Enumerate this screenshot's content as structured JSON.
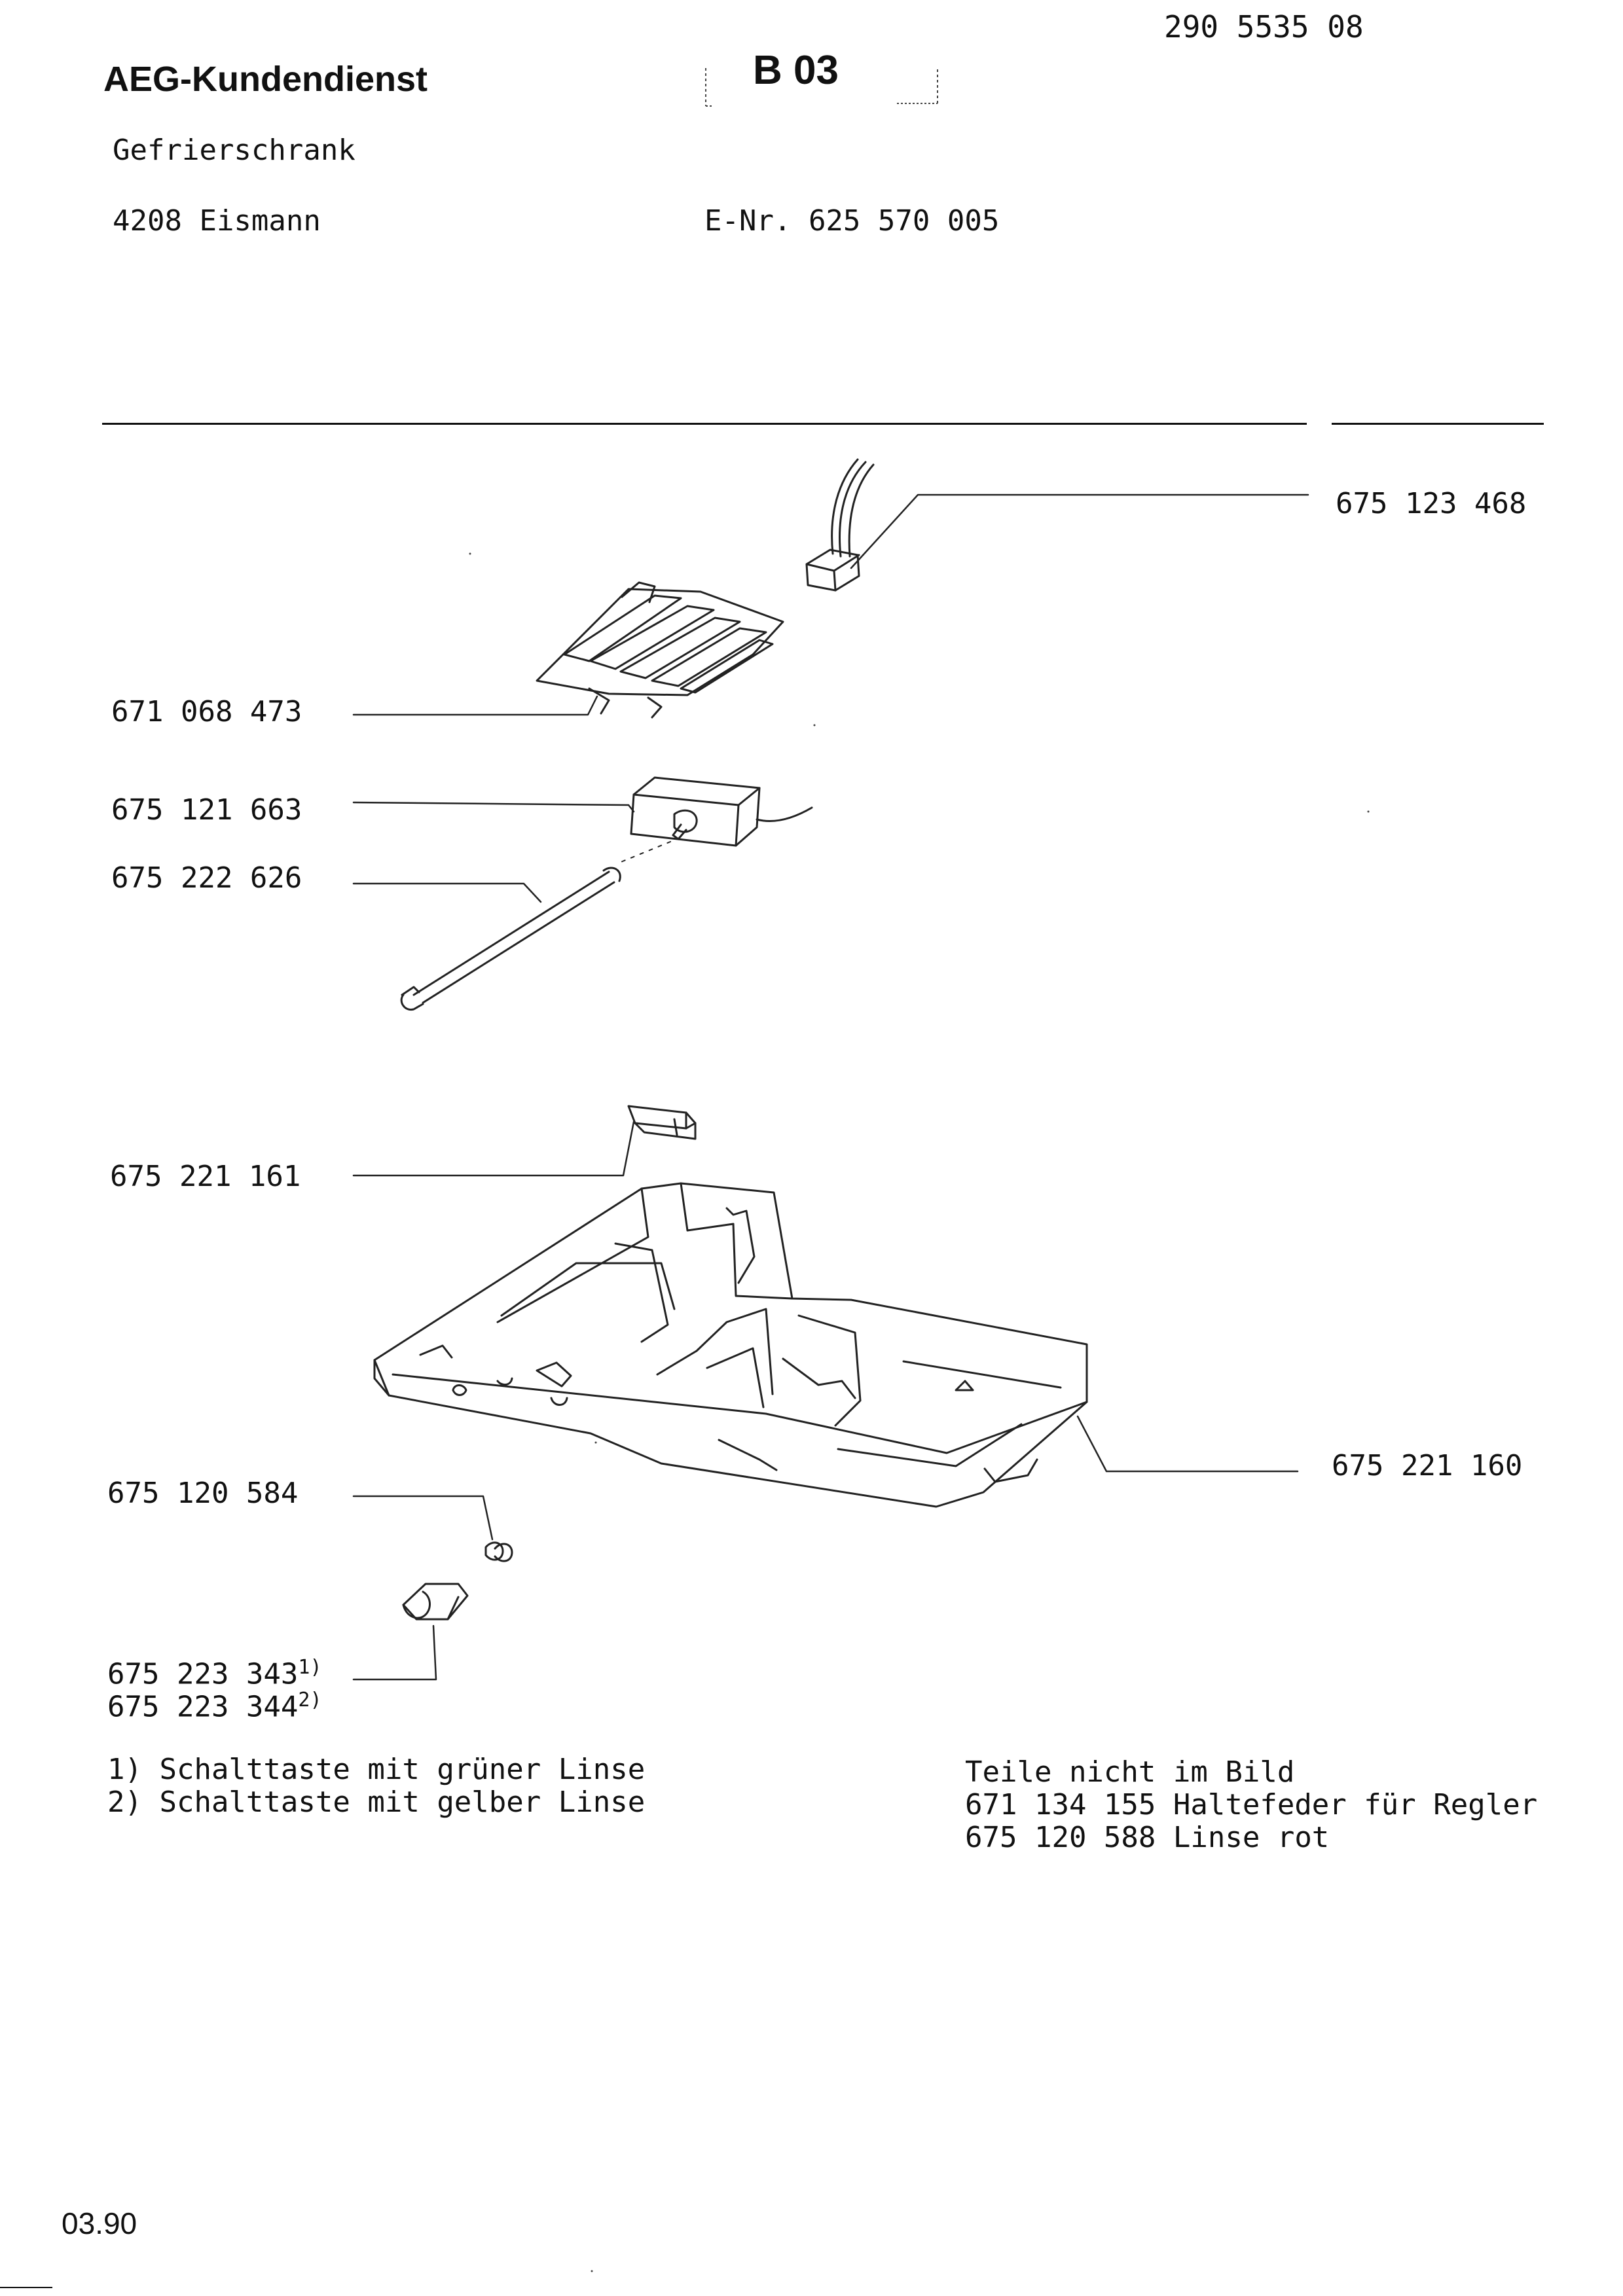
{
  "header": {
    "doc_number": "290 5535 08",
    "brand": "AEG-Kundendienst",
    "section_code": "B 03",
    "appliance_type": "Gefrierschrank",
    "model": "4208 Eismann",
    "e_nr": "E-Nr. 625 570 005"
  },
  "parts": [
    {
      "number": "675 123 468"
    },
    {
      "number": "671 068 473"
    },
    {
      "number": "675 121 663"
    },
    {
      "number": "675 222 626"
    },
    {
      "number": "675 221 161"
    },
    {
      "number": "675 221 160"
    },
    {
      "number": "675 120 584"
    },
    {
      "number": "675 223 343",
      "footnote": "1)"
    },
    {
      "number": "675 223 344",
      "footnote": "2)"
    }
  ],
  "footnotes": [
    "1) Schalttaste mit grüner Linse",
    "2) Schalttaste mit gelber Linse"
  ],
  "not_pictured": {
    "heading": "Teile nicht im Bild",
    "items": [
      "671 134 155 Haltefeder für Regler",
      "675 120 588 Linse rot"
    ]
  },
  "footer": {
    "date": "03.90"
  }
}
